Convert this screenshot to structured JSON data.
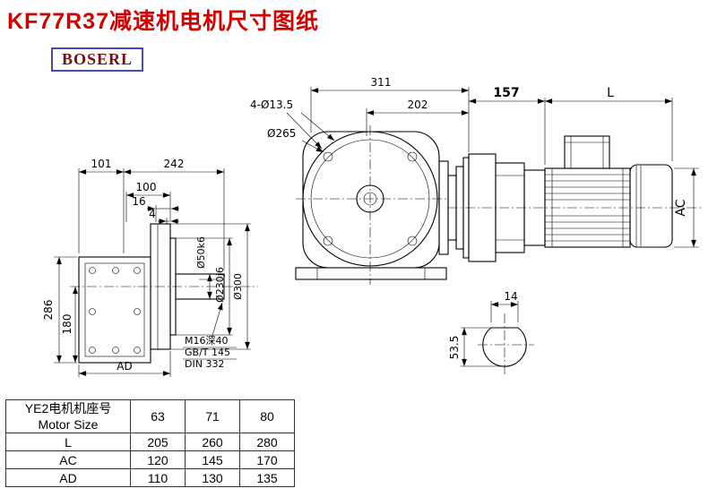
{
  "title": "KF77R37减速机电机尺寸图纸",
  "logo": "BOSERL",
  "colors": {
    "titleRed": "#d40000",
    "logoMaroon": "#7a0c0c",
    "logoBorder": "#4848b0"
  },
  "views": {
    "side": {
      "dims": {
        "w101": "101",
        "w242": "242",
        "w100": "100",
        "w16": "16",
        "w4": "4",
        "h286": "286",
        "h180": "180",
        "ad": "AD",
        "shaft": "Ø50k6",
        "spigot": "Ø230j6",
        "flange": "Ø300",
        "tap1": "M16深40",
        "tap2": "GB/T 145",
        "tap3": "DIN 332"
      }
    },
    "front": {
      "dims": {
        "w311": "311",
        "w202": "202",
        "holes": "4-Ø13.5",
        "circle": "Ø265",
        "adapter157": "157",
        "motorL": "L",
        "ac": "AC"
      }
    },
    "section": {
      "dims": {
        "key14": "14",
        "depth535": "53.5"
      }
    }
  },
  "table": {
    "header": {
      "cn": "YE2电机机座号",
      "en": "Motor Size"
    },
    "sizes": [
      "63",
      "71",
      "80"
    ],
    "rows": [
      {
        "label": "L",
        "values": [
          "205",
          "260",
          "280"
        ]
      },
      {
        "label": "AC",
        "values": [
          "120",
          "145",
          "170"
        ]
      },
      {
        "label": "AD",
        "values": [
          "110",
          "130",
          "135"
        ]
      }
    ]
  }
}
